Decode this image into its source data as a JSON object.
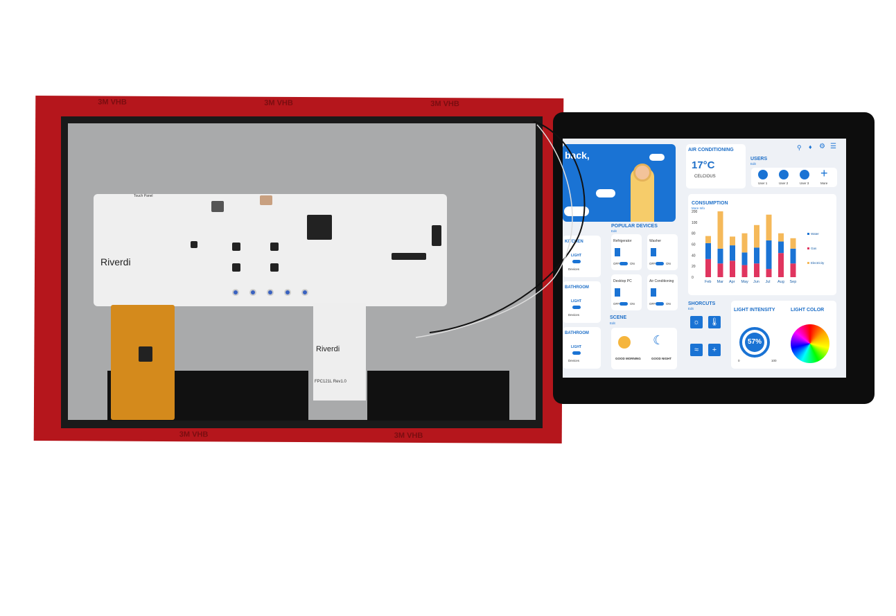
{
  "tape": {
    "label": "3M VHB",
    "color": "#b5161c"
  },
  "pcb": {
    "brand": "Riverdi",
    "touch_label": "Touch Panel",
    "fpc_label": "FPC121L Rev1.0"
  },
  "screen": {
    "welcome": "back,",
    "air": {
      "title": "AIR CONDITIONING",
      "temp": "17°C",
      "unit": "CELCIOUS"
    },
    "users": {
      "title": "USERS",
      "edit": "Edit",
      "items": [
        "User 1",
        "User 2",
        "User 3",
        "More"
      ]
    },
    "consumption": {
      "title": "CONSUMPTION",
      "more": "More Info"
    },
    "popular": {
      "title": "POPULAR DEVICES",
      "edit": "Edit",
      "devices": [
        "Refrigerator",
        "Washer",
        "Desktop PC",
        "Air Conditioning"
      ],
      "off": "OFF",
      "on": "ON"
    },
    "rooms": [
      {
        "name": "KITCHEN",
        "light": "LIGHT",
        "devices": "Devices"
      },
      {
        "name": "BATHROOM",
        "light": "LIGHT",
        "devices": "Devices"
      },
      {
        "name": "BATHROOM",
        "light": "LIGHT",
        "devices": "Devices"
      }
    ],
    "scene": {
      "title": "SCENE",
      "edit": "Edit",
      "items": [
        "GOOD MORNING",
        "GOOD NIGHT"
      ]
    },
    "shortcuts": {
      "title": "SHORCUTS",
      "edit": "Edit"
    },
    "intensity": {
      "title": "LIGHT INTENSITY",
      "value": "57%",
      "min": "0",
      "max": "100",
      "level": 57
    },
    "color": {
      "title": "LIGHT COLOR"
    },
    "accent": "#1a73d4"
  },
  "chart_data": {
    "type": "bar",
    "stacked": true,
    "categories": [
      "Feb",
      "Mar",
      "Apr",
      "May",
      "Jun",
      "Jul",
      "Aug",
      "Sep"
    ],
    "yticks": [
      "0",
      "20",
      "40",
      "60",
      "80",
      "100",
      "200"
    ],
    "series": [
      {
        "name": "Gas",
        "color": "#e0355f",
        "values": [
          33,
          25,
          30,
          22,
          25,
          15,
          44,
          25
        ]
      },
      {
        "name": "Water",
        "color": "#1a73d4",
        "values": [
          29,
          27,
          28,
          23,
          29,
          52,
          21,
          27
        ]
      },
      {
        "name": "Electricity",
        "color": "#f5b95a",
        "values": [
          13,
          68,
          16,
          35,
          41,
          47,
          15,
          19
        ]
      }
    ],
    "legend": "right"
  }
}
